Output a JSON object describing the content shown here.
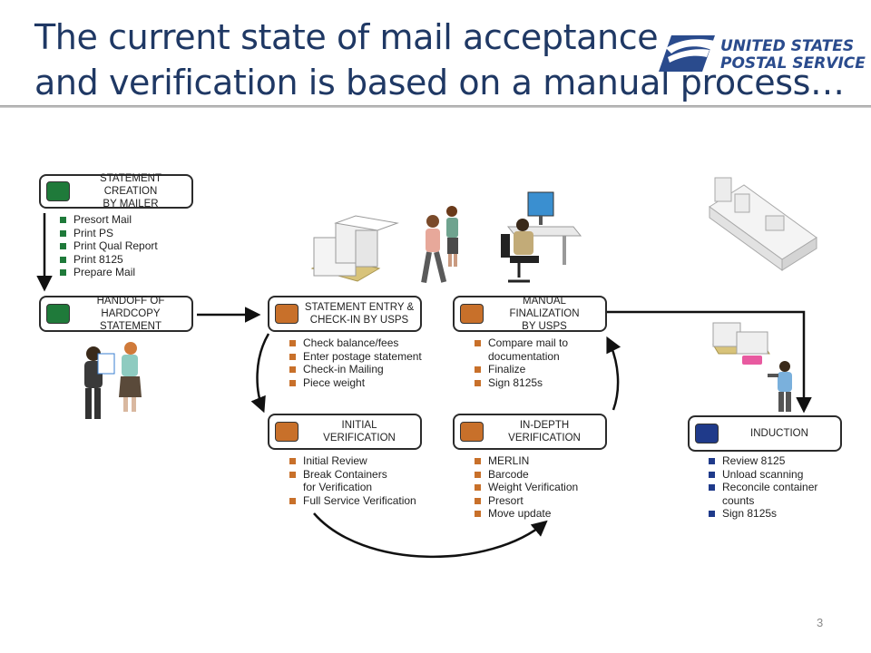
{
  "title": {
    "line1": "The current state of mail acceptance",
    "line2": "and verification is based on a manual process…"
  },
  "logo": {
    "line1": "UNITED STATES",
    "line2": "POSTAL SERVICE ®"
  },
  "colors": {
    "green": "#1f7a3a",
    "orange": "#c8702a",
    "blue": "#1f3a8a",
    "title": "#1f3864"
  },
  "stages": {
    "statement_creation": {
      "label": "STATEMENT CREATION\nBY MAILER",
      "color": "#1f7a3a",
      "items": [
        "Presort Mail",
        "Print PS",
        "Print Qual Report",
        "Print 8125",
        "Prepare Mail"
      ]
    },
    "handoff": {
      "label": "HANDOFF OF\nHARDCOPY STATEMENT",
      "color": "#1f7a3a"
    },
    "statement_entry": {
      "label": "STATEMENT ENTRY &\nCHECK-IN BY USPS",
      "color": "#c8702a",
      "items": [
        "Check balance/fees",
        "Enter postage statement",
        "Check-in Mailing",
        "Piece weight"
      ]
    },
    "manual_finalization": {
      "label": "MANUAL FINALIZATION\nBY USPS",
      "color": "#c8702a",
      "items": [
        "Compare mail to\ndocumentation",
        "Finalize",
        "Sign 8125s"
      ]
    },
    "initial_verification": {
      "label": "INITIAL\nVERIFICATION",
      "color": "#c8702a",
      "items": [
        "Initial Review",
        "Break Containers\nfor Verification",
        "Full Service Verification"
      ]
    },
    "in_depth_verification": {
      "label": "IN-DEPTH\nVERIFICATION",
      "color": "#c8702a",
      "items": [
        "MERLIN",
        "Barcode",
        "Weight Verification",
        "Presort",
        "Move update"
      ]
    },
    "induction": {
      "label": "INDUCTION",
      "color": "#1f3a8a",
      "items": [
        "Review 8125",
        "Unload scanning",
        "Reconcile container\ncounts",
        "Sign 8125s"
      ]
    }
  },
  "page_number": "3"
}
